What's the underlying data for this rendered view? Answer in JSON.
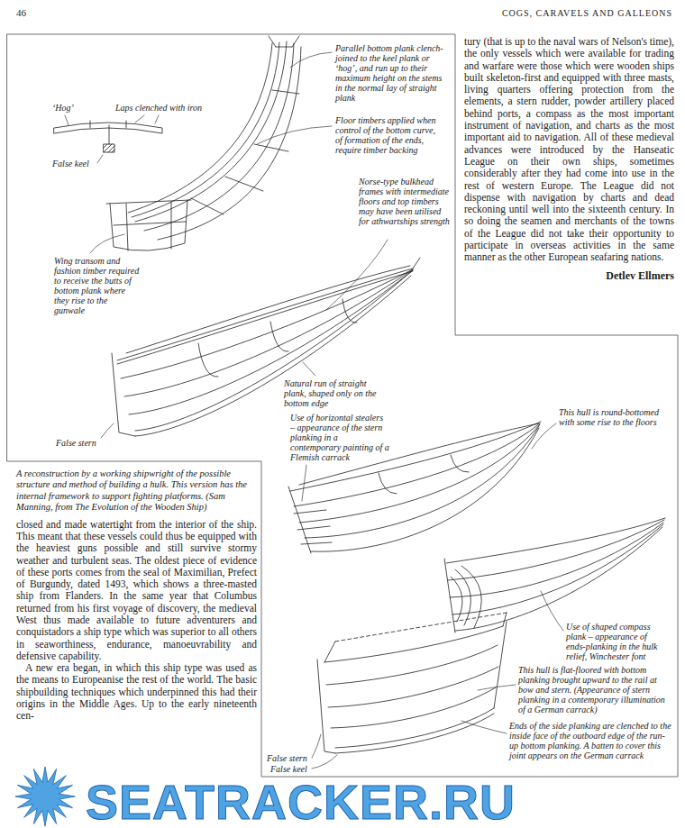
{
  "diagram": {
    "caption": "A reconstruction by a working shipwright of the possible structure and method of building a hulk. This version has the internal framework to support fighting platforms. (Sam Manning, from The Evolution of the Wooden Ship)",
    "labels": [
      "46",
      "COGS, CARAVELS AND GALLEONS",
      "Parallel bottom plank clench-joined to the keel plank or ‘hog’, and run up to their maximum height on the stems in the normal lay of straight plank",
      "‘Hog’",
      "Laps clenched with iron",
      "False keel",
      "Floor timbers applied when control of the bottom curve, of formation of the ends, require timber backing",
      "Wing transom and fashion timber required to receive the butts of bottom plank where they rise to the gunwale",
      "Norse-type bulkhead frames with intermediate floors and top timbers may have been utilised for athwartships strength",
      "Natural run of straight plank, shaped only on the bottom edge",
      "Use of horizontal stealers – appearance of the stern planking in a contemporary painting of a Flemish carrack",
      "False stern",
      "This hull is round-bottomed with some rise to the floors",
      "Use of shaped compass plank – appearance of ends-planking in the hulk relief, Winchester font",
      "This hull is flat-floored with bottom planking brought upward to the rail at bow and stern. (Appearance of stern planking in a contemporary illumination of a German carrack)",
      "Ends of the side planking are clenched to the inside face of the outboard edge of the run-up bottom planking. A batten to cover this joint appears on the German carrack",
      "False stern",
      "False keel",
      "closed and made watertight from the interior of the ship. This meant that these vessels could thus be equipped with the heaviest guns possible and still survive stormy weather and turbulent seas. The oldest piece of evidence of these ports comes from the seal of Maximilian, Prefect of Burgundy, dated 1493, which shows a three-masted ship from Flanders. In the same year that Columbus returned from his first voyage of discovery, the medieval West thus made available to future adventurers and conquistadors a ship type which was superior to all others in seaworthiness, endurance, manoeuvrability and defensive capability.",
      "A new era began, in which this ship type was used as the means to Europeanise the rest of the world. The basic shipbuilding techniques which underpinned this had their origins in the Middle Ages. Up to the early nineteenth cen-",
      "tury (that is up to the naval wars of Nelson's time), the only vessels which were available for trading and warfare were those which were wooden ships built skeleton-first and equipped with three masts, living quarters offering protection from the elements, a stern rudder, powder artillery placed behind ports, a compass as the most important instrument of navigation, and charts as the most important aid to navigation. All of these medieval advances were introduced by the Hanseatic League on their own ships, sometimes considerably after they had come into use in the rest of western Europe. The League did not dispense with navigation by charts and dead reckoning until well into the sixteenth century. In so doing the seamen and merchants of the towns of the League did not take their opportunity to participate in overseas activities in the same manner as the other European seafaring nations.",
      "Detlev Ellmers",
      "SEATRACKER.RU"
    ]
  }
}
